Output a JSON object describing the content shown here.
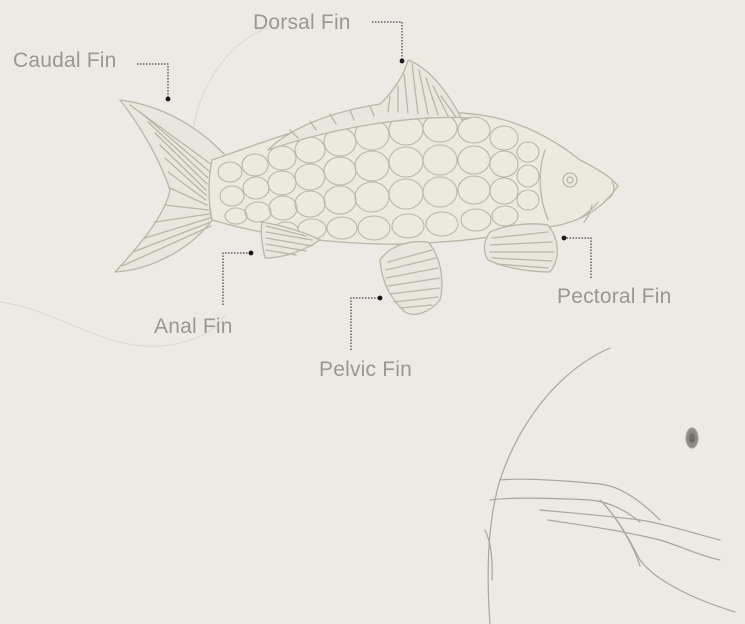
{
  "diagram": {
    "labels": {
      "caudal": "Caudal Fin",
      "dorsal": "Dorsal Fin",
      "anal": "Anal Fin",
      "pelvic": "Pelvic Fin",
      "pectoral": "Pectoral Fin"
    },
    "colors": {
      "background": "#edeae5",
      "fish_line": "#b9b6a5",
      "label_text": "#9a9791",
      "leader_line": "#1a1a1a",
      "decorative_curve": "#dcd9d3"
    },
    "icons": [
      "koi-fish-illustration",
      "fish-head-closeup-illustration"
    ]
  }
}
